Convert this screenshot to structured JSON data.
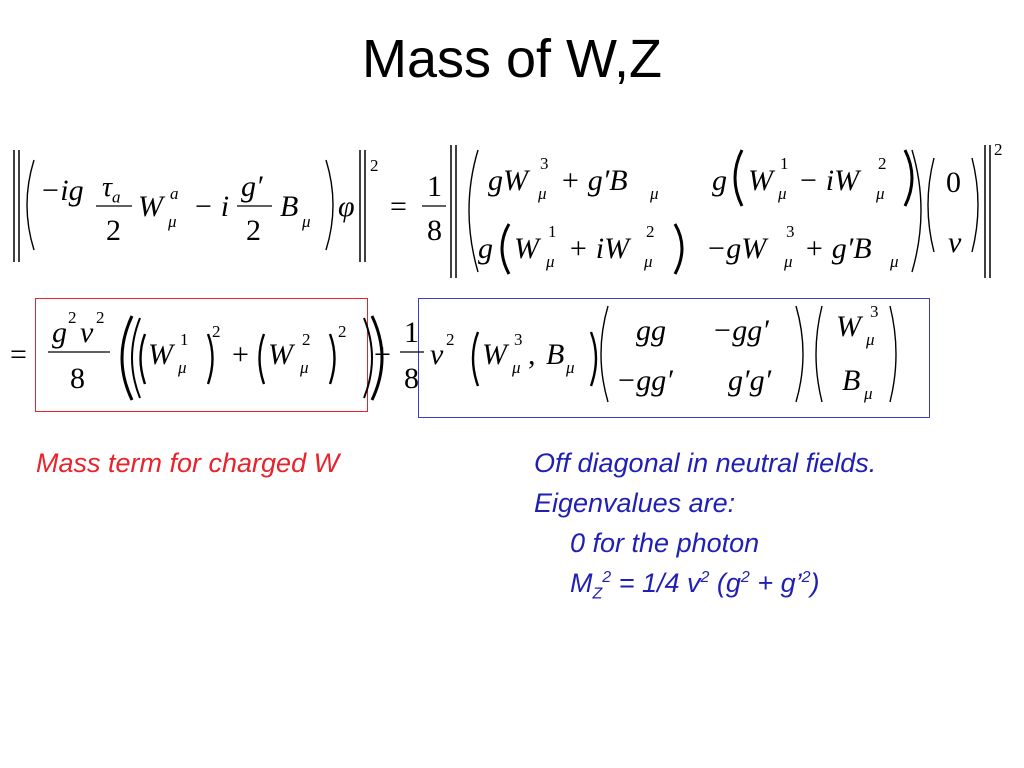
{
  "slide": {
    "title": "Mass of W,Z"
  },
  "equation1": {
    "lhs": {
      "minus_ig": "−ig",
      "tau": "τ",
      "tau_sub": "a",
      "two": "2",
      "W": "W",
      "W_sup": "a",
      "W_sub": "μ",
      "minus_i": "− i",
      "gprime": "g′",
      "two_b": "2",
      "B": "B",
      "B_sub": "μ",
      "phi": "φ",
      "square": "2"
    },
    "equals": "=",
    "frac_num": "1",
    "frac_den": "8",
    "matrix": {
      "r1c1": "gW",
      "r1c1_sup": "3",
      "r1c1_sub": "μ",
      "r1c1_rest": "+ g′B",
      "r1c1_rest_sub": "μ",
      "r1c2_g": "g",
      "r1c2_W": "W",
      "r1c2_sup1": "1",
      "r1c2_sub1": "μ",
      "r1c2_mid": "− iW",
      "r1c2_sup2": "2",
      "r1c2_sub2": "μ",
      "r2c1_g": "g",
      "r2c1_W": "W",
      "r2c1_sup1": "1",
      "r2c1_sub1": "μ",
      "r2c1_mid": "+ iW",
      "r2c1_sup2": "2",
      "r2c1_sub2": "μ",
      "r2c2": "−gW",
      "r2c2_sup": "3",
      "r2c2_sub": "μ",
      "r2c2_rest": "+ g′B",
      "r2c2_rest_sub": "μ"
    },
    "vector": {
      "top": "0",
      "bottom": "v"
    },
    "square": "2"
  },
  "equation2": {
    "equals": "=",
    "charged": {
      "num_g": "g",
      "num_g_sup": "2",
      "num_v": "v",
      "num_v_sup": "2",
      "den": "8",
      "W1": "W",
      "W1_sup": "1",
      "W1_sub": "μ",
      "W1_sq": "2",
      "plus": "+",
      "W2": "W",
      "W2_sup": "2",
      "W2_sub": "μ",
      "W2_sq": "2"
    },
    "plus": "+",
    "neutral": {
      "frac_num": "1",
      "frac_den": "8",
      "v": "v",
      "v_sup": "2",
      "W": "W",
      "W_sup": "3",
      "W_sub": "μ",
      "comma": ",",
      "B": "B",
      "B_sub": "μ",
      "m11": "gg",
      "m12": "−gg′",
      "m21": "−gg′",
      "m22": "g′g′",
      "vec_W": "W",
      "vec_W_sup": "3",
      "vec_W_sub": "μ",
      "vec_B": "B",
      "vec_B_sub": "μ"
    }
  },
  "annotations": {
    "charged_note": "Mass term for charged W",
    "neutral_note": {
      "line1": "Off diagonal in neutral fields.",
      "line2": "Eigenvalues are:",
      "line3": "0 for the photon",
      "line4_M": "M",
      "line4_sub": "Z",
      "line4_sup": "2",
      "line4_rest1": " = 1/4 v",
      "line4_sup2": "2",
      "line4_rest2": " (g",
      "line4_sup3": "2",
      "line4_rest3": " + g’",
      "line4_sup4": "2",
      "line4_rest4": ")"
    }
  },
  "colors": {
    "charged_box": "#e8232c",
    "neutral_box": "#3b3fbf",
    "charged_note": "#e8232c",
    "neutral_note": "#1f1fb4",
    "text": "#000000"
  }
}
